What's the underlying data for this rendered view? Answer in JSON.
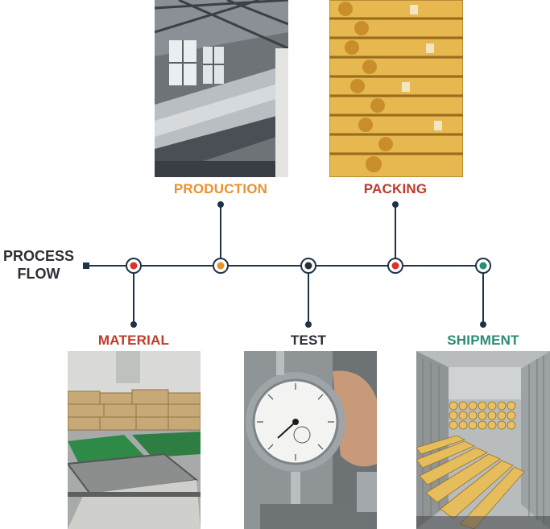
{
  "title": {
    "line1": "PROCESS",
    "line2": "FLOW"
  },
  "colors": {
    "line": "#1f3347",
    "production": "#e8922e",
    "packing": "#c0392b",
    "material": "#c0392b",
    "test": "#2b2f36",
    "shipment": "#2a8c72",
    "node_material": "#d9342b",
    "node_production": "#e8922e",
    "node_test": "#2b2f36",
    "node_packing": "#d9342b",
    "node_shipment": "#2a8c72"
  },
  "steps": [
    {
      "id": "material",
      "label": "MATERIAL",
      "photo": "material-bags-and-bins-photo"
    },
    {
      "id": "production",
      "label": "PRODUCTION",
      "photo": "factory-production-line-photo"
    },
    {
      "id": "test",
      "label": "TEST",
      "photo": "thickness-dial-gauge-photo"
    },
    {
      "id": "packing",
      "label": "PACKING",
      "photo": "stacked-rolls-photo"
    },
    {
      "id": "shipment",
      "label": "SHIPMENT",
      "photo": "container-loading-photo"
    }
  ]
}
